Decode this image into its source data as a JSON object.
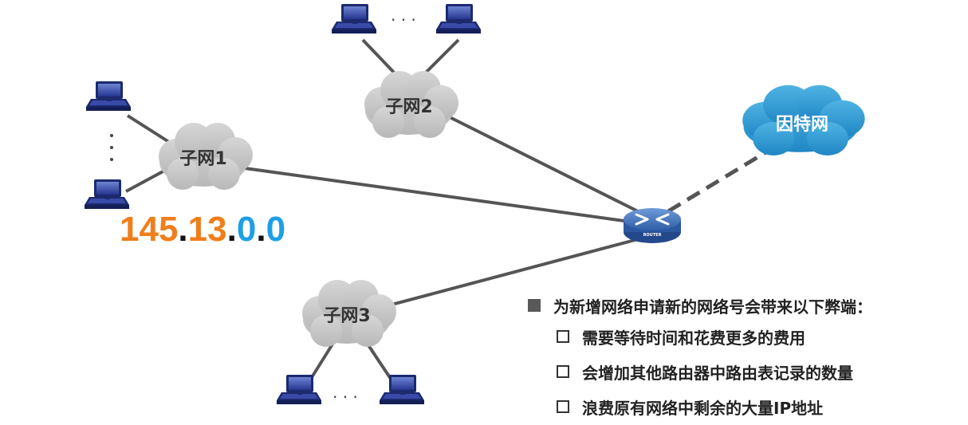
{
  "clouds": {
    "subnet1": "子网1",
    "subnet2": "子网2",
    "subnet3": "子网3",
    "internet": "因特网"
  },
  "ip_address": {
    "parts": [
      "145",
      ".",
      "13",
      ".",
      "0",
      ".",
      "0"
    ],
    "colors": [
      "#f07e1c",
      "#111111",
      "#f07e1c",
      "#111111",
      "#1e9fe6",
      "#111111",
      "#1e9fe6"
    ]
  },
  "ellipsis": "· · ·",
  "router": {
    "label": "ROUTER"
  },
  "notes": {
    "title": "为新增网络申请新的网络号会带来以下弊端：",
    "items": [
      "需要等待时间和花费更多的费用",
      "会增加其他路由器中路由表记录的数量",
      "浪费原有网络中剩余的大量IP地址"
    ]
  }
}
